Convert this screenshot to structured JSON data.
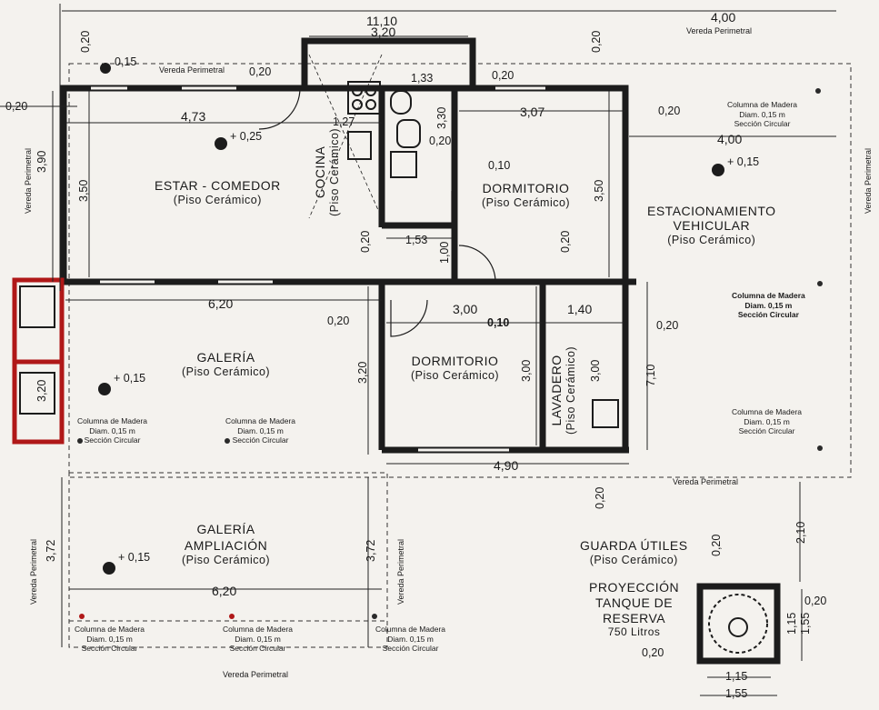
{
  "rooms": {
    "estar": {
      "name": "ESTAR - COMEDOR",
      "floor": "(Piso Cerámico)"
    },
    "cocina": {
      "name": "COCINA",
      "floor": "(Piso Cerámico)"
    },
    "dormitorio1": {
      "name": "DORMITORIO",
      "floor": "(Piso Cerámico)"
    },
    "dormitorio2": {
      "name": "DORMITORIO",
      "floor": "(Piso Cerámico)"
    },
    "estacionamiento": {
      "name1": "ESTACIONAMIENTO",
      "name2": "VEHICULAR",
      "floor": "(Piso Cerámico)"
    },
    "galeria": {
      "name": "GALERÍA",
      "floor": "(Piso Cerámico)"
    },
    "lavadero": {
      "name": "LAVADERO",
      "floor": "(Piso Cerámico)"
    },
    "ampliacion": {
      "name1": "GALERÍA",
      "name2": "AMPLIACIÓN",
      "floor": "(Piso Cerámico)"
    },
    "guarda": {
      "name": "GUARDA ÚTILES",
      "floor": "(Piso Cerámico)"
    },
    "tanque": {
      "l1": "PROYECCIÓN",
      "l2": "TANQUE DE",
      "l3": "RESERVA",
      "l4": "750 Litros"
    }
  },
  "labels": {
    "vereda": "Vereda Perimetral",
    "col1": "Columna de Madera",
    "col2": "Diam. 0,15 m",
    "col3": "Sección Circular"
  },
  "levels": {
    "l025": "+ 0,25",
    "l015": "+ 0,15"
  },
  "dims": {
    "d1110": "11,10",
    "d400": "4,00",
    "d320": "3,20",
    "d020": "0,20",
    "d015": "0,15",
    "d473": "4,73",
    "d133": "1,33",
    "d127": "1,27",
    "d330": "3,30",
    "d307": "3,07",
    "d390": "3,90",
    "d350": "3,50",
    "d010": "0,10",
    "d153": "1,53",
    "d100": "1,00",
    "d620": "6,20",
    "d300": "3,00",
    "d140": "1,40",
    "d710": "7,10",
    "d490": "4,90",
    "d372": "3,72",
    "d210": "2,10",
    "d115": "1,15",
    "d155": "1,55"
  },
  "colors": {
    "wall": "#1c1c1c",
    "red_element": "#b01818",
    "paper": "#f4f2ee"
  }
}
